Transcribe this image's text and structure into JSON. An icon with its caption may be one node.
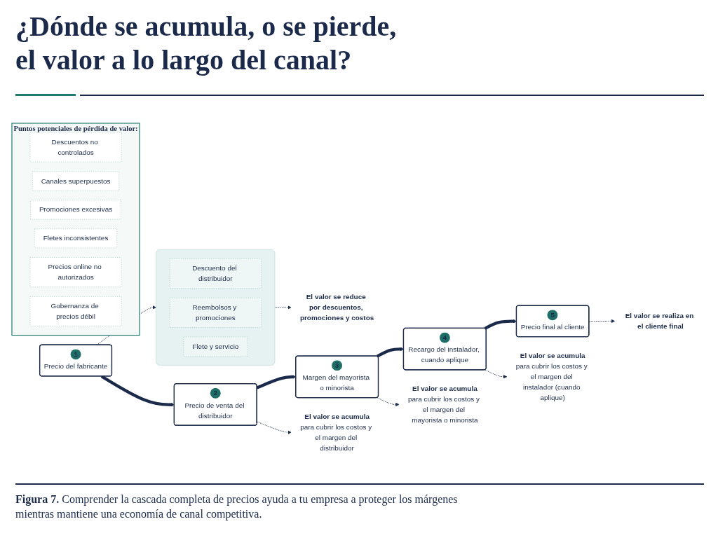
{
  "diagram": {
    "title": "¿Dónde se acumula, o se pierde, el valor a lo largo del canal?",
    "caption": "**Figura 7.** Comprender la cascada completa de precios ayuda a tu empresa a proteger los márgenes mientras mantiene una economía de canal competitiva.",
    "nodes": [
      {
        "text": [
          "1",
          "Precio del fabricante"
        ]
      },
      {
        "text": [],
        "shape": "box"
      },
      {
        "text": [
          "Descuento del distribuidor"
        ],
        "in": 1
      },
      {
        "text": [
          "Reembolsos y promociones"
        ],
        "in": 1
      },
      {
        "text": [
          "Flete y servicio"
        ],
        "in": 1
      },
      {
        "text": [
          "El valor se reduce por descuentos, promociones y costos"
        ]
      },
      {
        "text": [
          "2",
          "Precio de venta del distribuidor"
        ]
      },
      {
        "text": [
          "3",
          "Margen del mayorista o minorista"
        ]
      },
      {
        "text": [
          "4",
          "Recargo del instalador, cuando aplique"
        ]
      },
      {
        "text": [
          "5",
          "Precio final al cliente"
        ]
      },
      {
        "text": [
          "El valor se acumula",
          "para cubrir los costos y el margen del distribuidor"
        ]
      },
      {
        "text": [
          "El valor se acumula",
          "para cubrir los costos y el margen del mayorista o minorista"
        ]
      },
      {
        "text": [
          "El valor se acumula",
          "para cubrir los costos y el margen del instalador (cuando aplique)"
        ]
      },
      {
        "text": [
          "El valor se realiza en el cliente final"
        ]
      },
      {
        "text": [
          "Puntos potenciales de pérdida de valor:"
        ]
      },
      {
        "text": [
          "Descuentos no controlados"
        ],
        "in": 14
      },
      {
        "text": [
          "Canales superpuestos"
        ],
        "in": 14
      },
      {
        "text": [
          "Promociones excesivas"
        ],
        "in": 14
      },
      {
        "text": [
          "Fletes inconsistentes"
        ],
        "in": 14
      },
      {
        "text": [
          "Precios online no autorizados"
        ],
        "in": 14
      },
      {
        "text": [
          "Gobernanza de precios débil"
        ],
        "in": 14
      }
    ],
    "edges": [
      {
        "from": 0,
        "to": 6,
        "arrow": "to",
        "style": "thick"
      },
      {
        "from": 6,
        "to": 7,
        "arrow": "to",
        "style": "thick"
      },
      {
        "from": 7,
        "to": 8,
        "arrow": "to",
        "style": "thick"
      },
      {
        "from": 8,
        "to": 9,
        "arrow": "to",
        "style": "thick"
      },
      {
        "from": 0,
        "to": 1,
        "arrow": "to",
        "style": "dashed"
      },
      {
        "from": 1,
        "to": 5,
        "arrow": "to",
        "style": "dashed"
      },
      {
        "from": 6,
        "to": 10,
        "arrow": "to",
        "style": "dashed"
      },
      {
        "from": 7,
        "to": 11,
        "arrow": "to",
        "style": "dashed"
      },
      {
        "from": 8,
        "to": 12,
        "arrow": "to",
        "style": "dashed"
      },
      {
        "from": 9,
        "to": 13,
        "arrow": "to",
        "style": "dashed"
      }
    ]
  }
}
